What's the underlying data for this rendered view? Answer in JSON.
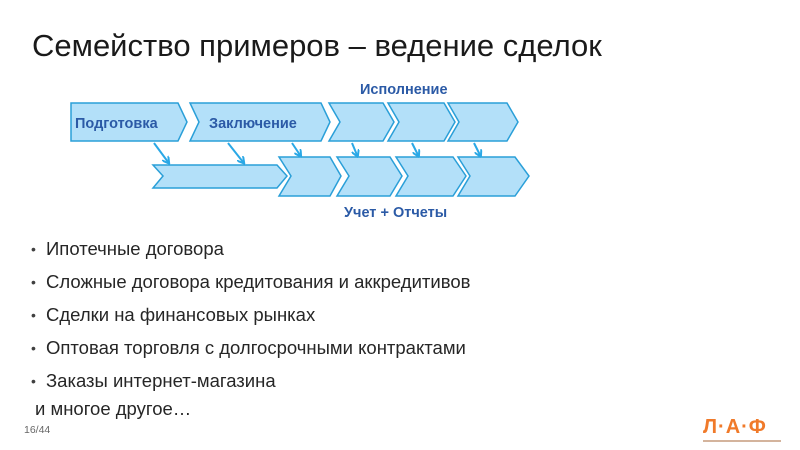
{
  "slide": {
    "title": "Семейство примеров – ведение сделок",
    "page_number": "16/44"
  },
  "diagram": {
    "top_row_label": "Исполнение",
    "bottom_row_label": "Учет + Отчеты",
    "top_row": [
      {
        "label": "Подготовка"
      },
      {
        "label": "Заключение"
      },
      {
        "label": ""
      },
      {
        "label": ""
      },
      {
        "label": ""
      }
    ],
    "bottom_row": [
      {
        "label": ""
      },
      {
        "label": ""
      },
      {
        "label": ""
      },
      {
        "label": ""
      },
      {
        "label": ""
      }
    ],
    "colors": {
      "fill": "#b3e0f9",
      "stroke": "#2a9fd8",
      "label": "#2b5aa6",
      "connector": "#2aa8e6"
    }
  },
  "bullets": [
    "Ипотечные договора",
    "Сложные договора кредитования и аккредитивов",
    "Сделки на финансовых рынках",
    "Оптовая торговля с долгосрочными контрактами",
    "Заказы интернет-магазина"
  ],
  "bullet_glyph": "•",
  "closing_text": "и многое другое…",
  "logo": {
    "text": "Л·А·Ф",
    "color": "#f07a2a"
  }
}
